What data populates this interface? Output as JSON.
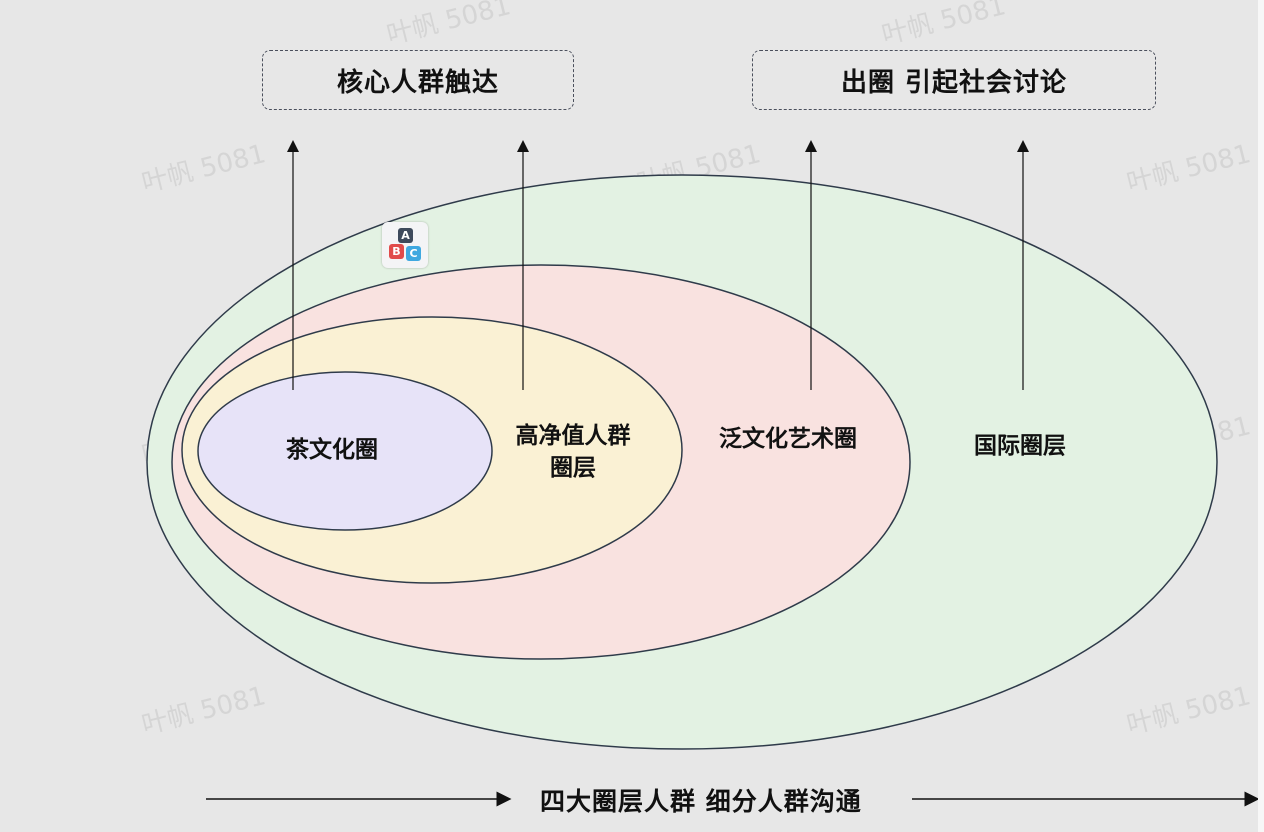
{
  "top_boxes": {
    "left": "核心人群触达",
    "right": "出圈 引起社会讨论"
  },
  "rings": {
    "tea": "茶文化圈",
    "hnw_line1": "高净值人群",
    "hnw_line2": "圈层",
    "art": "泛文化艺术圈",
    "intl": "国际圈层"
  },
  "bottom": {
    "label": "四大圈层人群 细分人群沟通"
  },
  "icon": {
    "letters": [
      "A",
      "B",
      "C"
    ]
  },
  "watermark": {
    "text": "叶帆 5081"
  },
  "colors": {
    "outer_fill": "#e3f2e3",
    "pink_fill": "#f9e2e0",
    "yellow_fill": "#faf1d4",
    "purple_fill": "#e7e3f8",
    "stroke": "#2f3b4a",
    "background": "#e7e7e7"
  }
}
